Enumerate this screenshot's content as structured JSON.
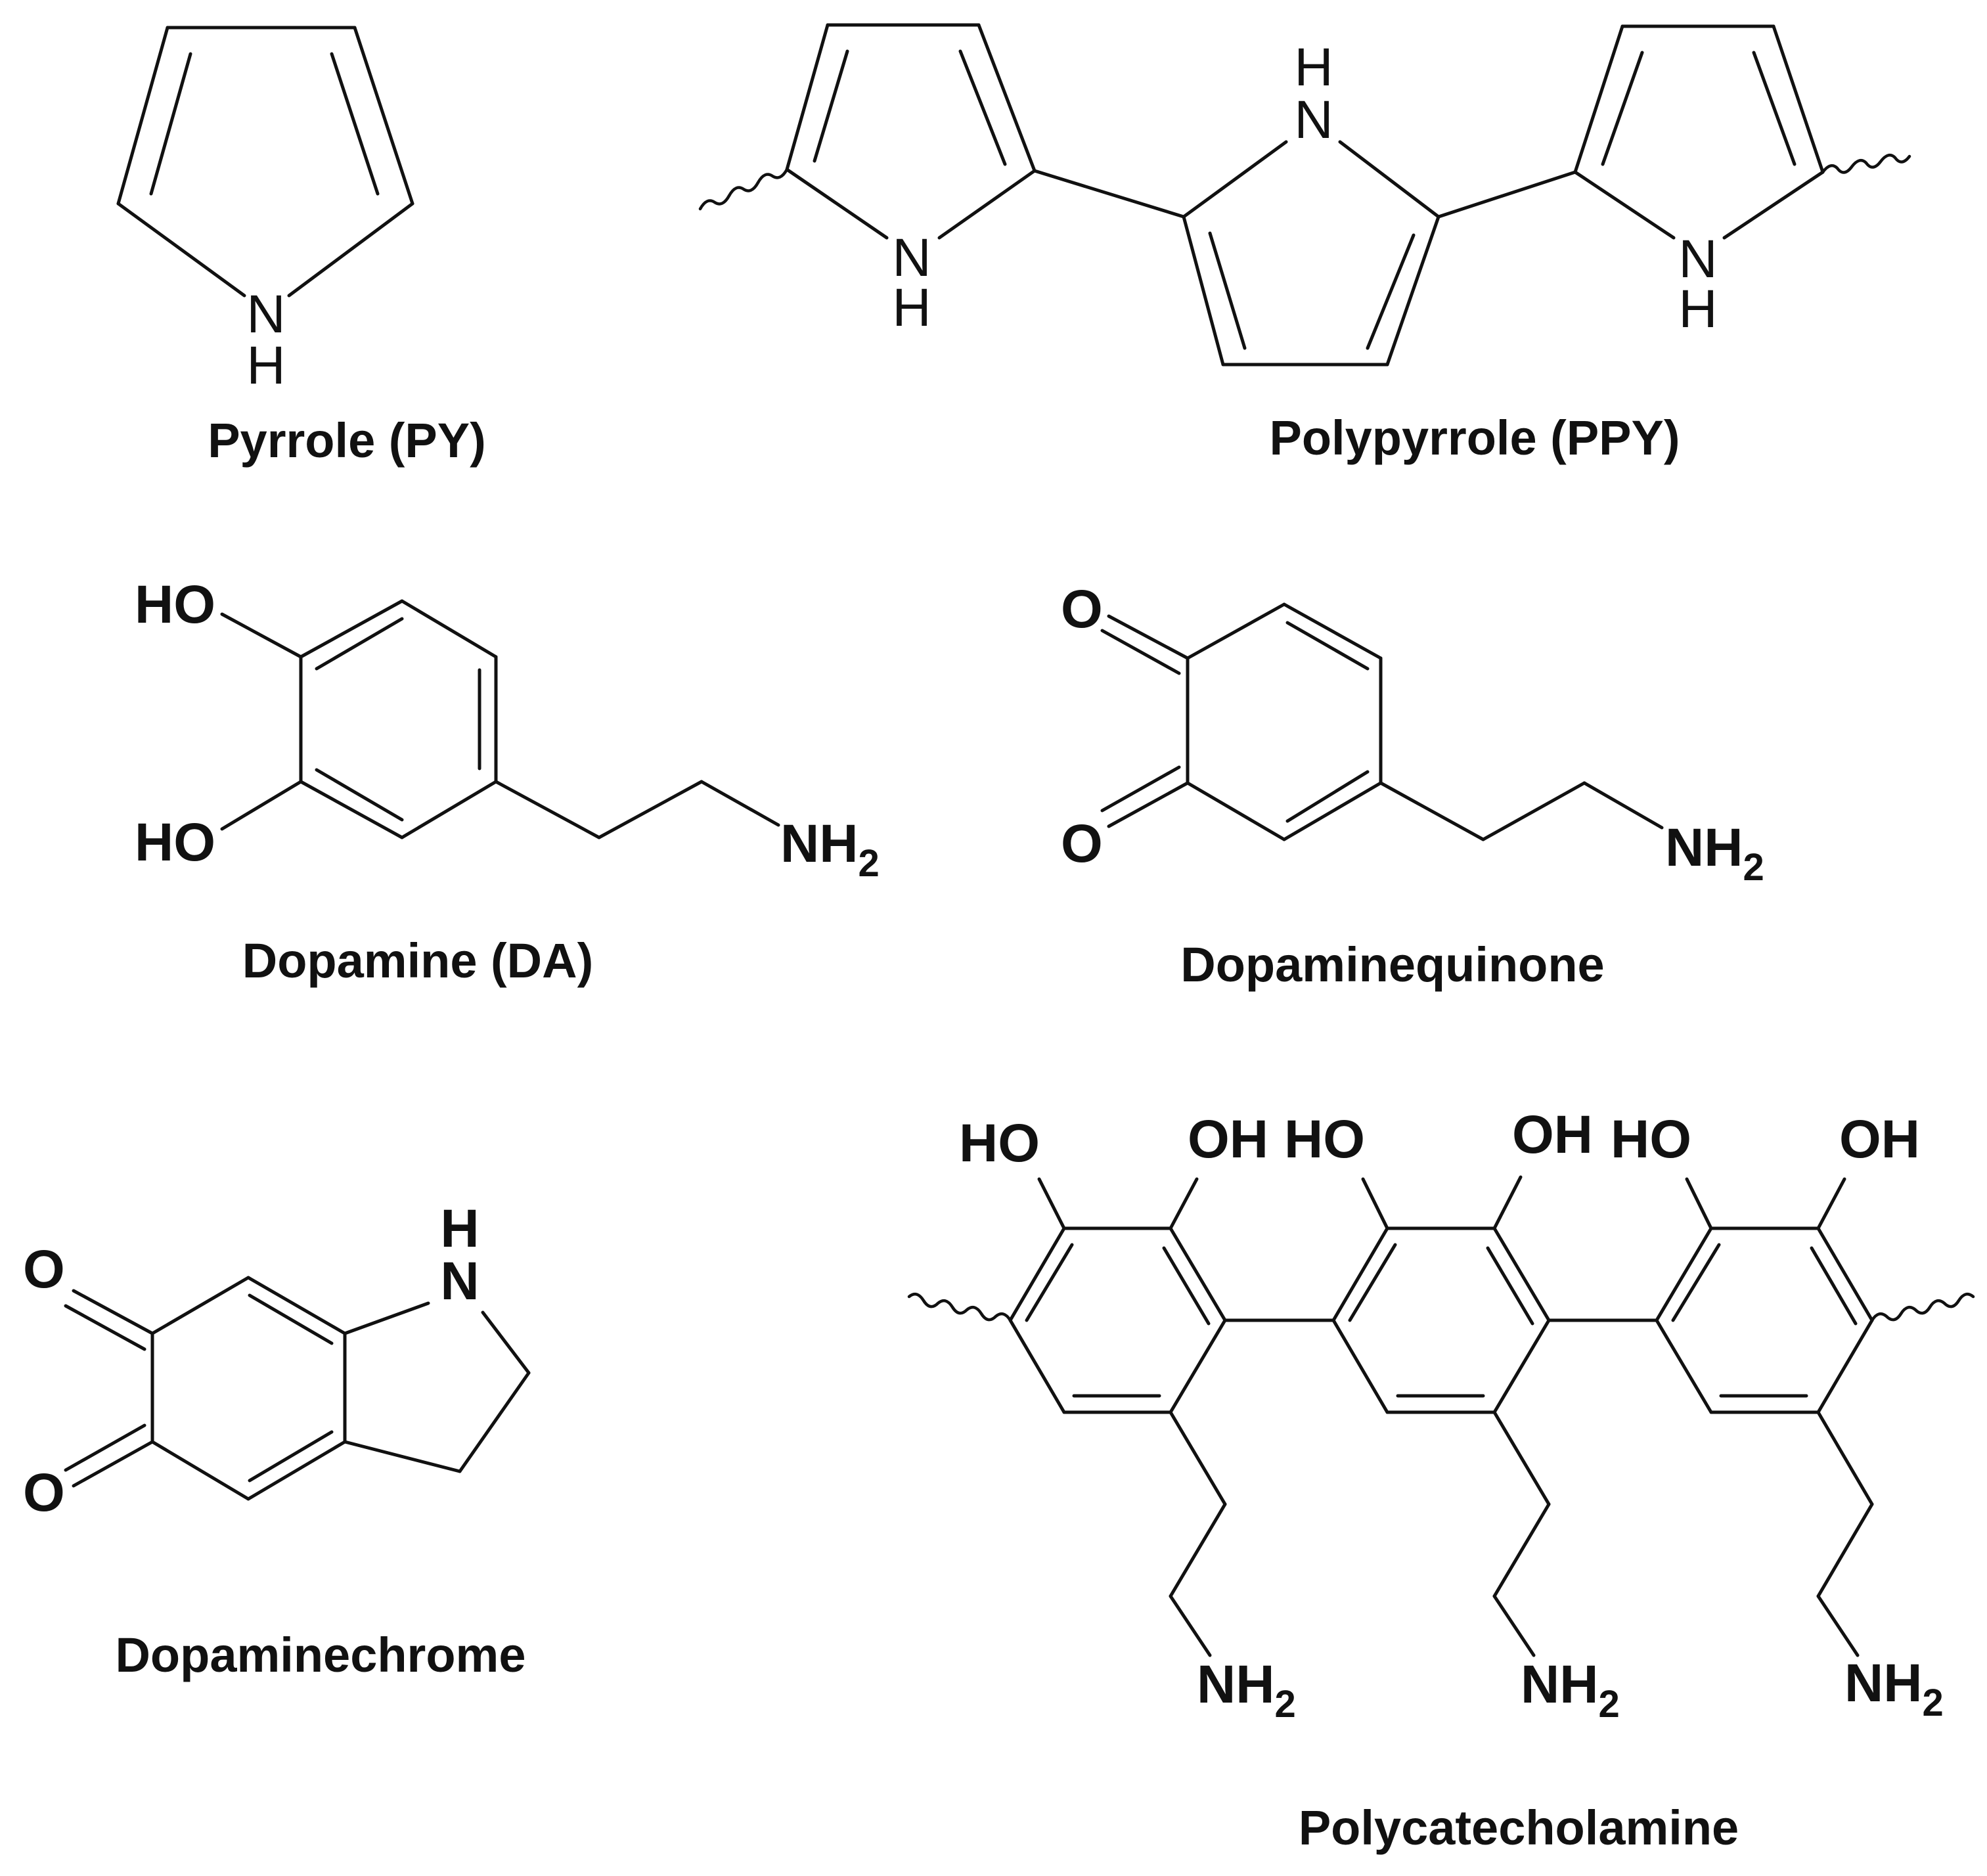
{
  "labels": {
    "pyrrole": "Pyrrole (PY)",
    "polypyrrole": "Polypyrrole (PPY)",
    "dopamine": "Dopamine (DA)",
    "dopaminequinone": "Dopaminequinone",
    "dopaminechrome": "Dopaminechrome",
    "polycatecholamine": "Polycatecholamine"
  },
  "atoms": {
    "N": "N",
    "H": "H",
    "HO": "HO",
    "OH": "OH",
    "O": "O",
    "NH": "NH",
    "two": "2"
  }
}
